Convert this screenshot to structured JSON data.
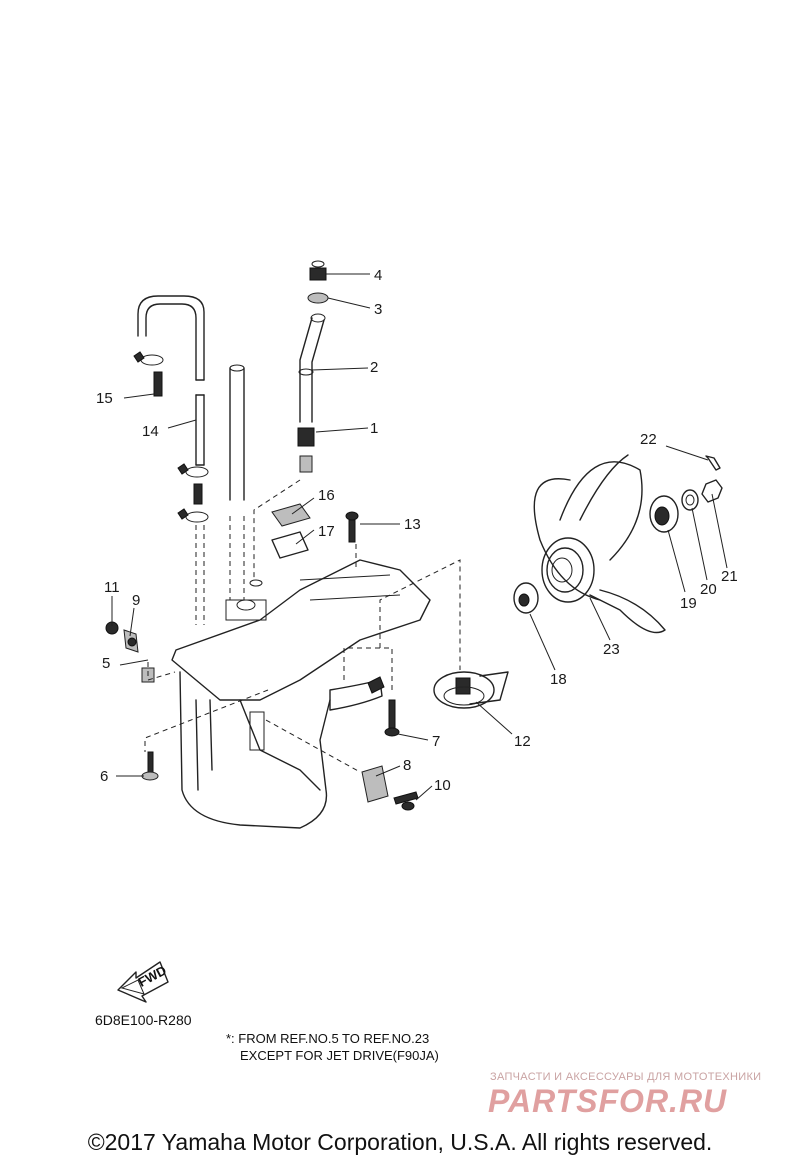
{
  "callouts": [
    "1",
    "2",
    "3",
    "4",
    "5",
    "6",
    "7",
    "8",
    "9",
    "10",
    "11",
    "12",
    "13",
    "14",
    "15",
    "16",
    "17",
    "18",
    "19",
    "20",
    "21",
    "22",
    "23"
  ],
  "fwd_label": "FWD",
  "diagram_code": "6D8E100-R280",
  "footnote": {
    "line1": "*: FROM REF.NO.5 TO REF.NO.23",
    "line2": "EXCEPT FOR JET DRIVE(F90JA)"
  },
  "watermark": {
    "subtitle": "ЗАПЧАСТИ И АКСЕССУАРЫ ДЛЯ МОТОТЕХНИКИ",
    "logo": "PARTSFOR.RU"
  },
  "copyright": "©2017 Yamaha Motor Corporation, U.S.A. All rights reserved."
}
